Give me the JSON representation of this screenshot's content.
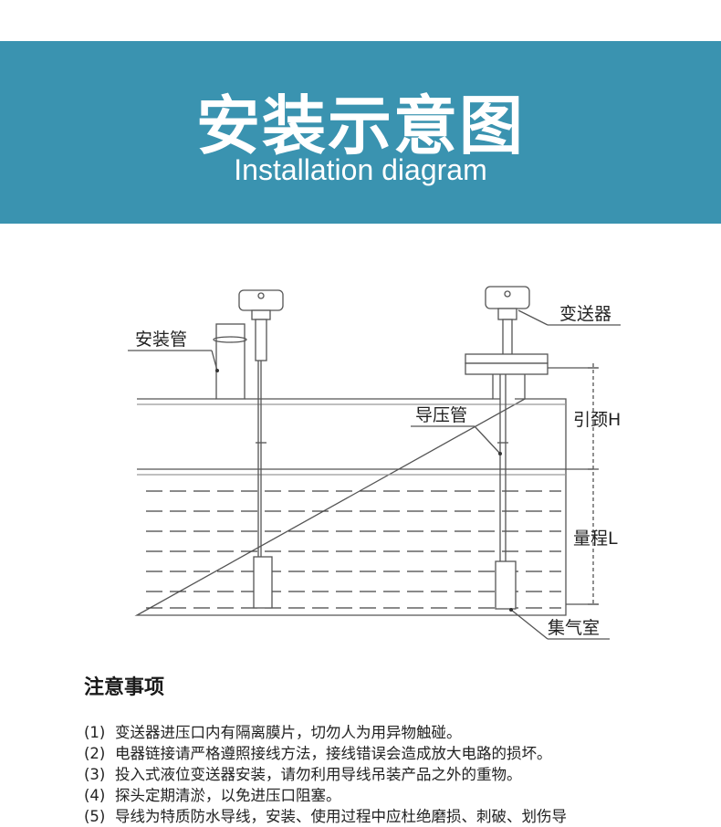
{
  "header": {
    "title": "安装示意图",
    "subtitle": "Installation diagram"
  },
  "diagram": {
    "labels": {
      "mounting_pipe": "安装管",
      "transmitter": "变送器",
      "pressure_pipe": "导压管",
      "lead_neck": "引颈H",
      "range": "量程L",
      "air_chamber": "集气室"
    }
  },
  "notes": {
    "title": "注意事项",
    "items": [
      {
        "num": "(1)",
        "text": "变送器进压口内有隔离膜片，切勿人为用异物触碰。"
      },
      {
        "num": "(2)",
        "text": "电器链接请严格遵照接线方法，接线错误会造成放大电路的损坏。"
      },
      {
        "num": "(3)",
        "text": "投入式液位变送器安装，请勿利用导线吊装产品之外的重物。"
      },
      {
        "num": "(4)",
        "text": "探头定期清淤，以免进压口阻塞。"
      },
      {
        "num": "(5)",
        "text": "导线为特质防水导线，安装、使用过程中应杜绝磨损、刺破、划伤导"
      }
    ]
  },
  "colors": {
    "banner": "#3a93b0",
    "line": "#555555"
  }
}
